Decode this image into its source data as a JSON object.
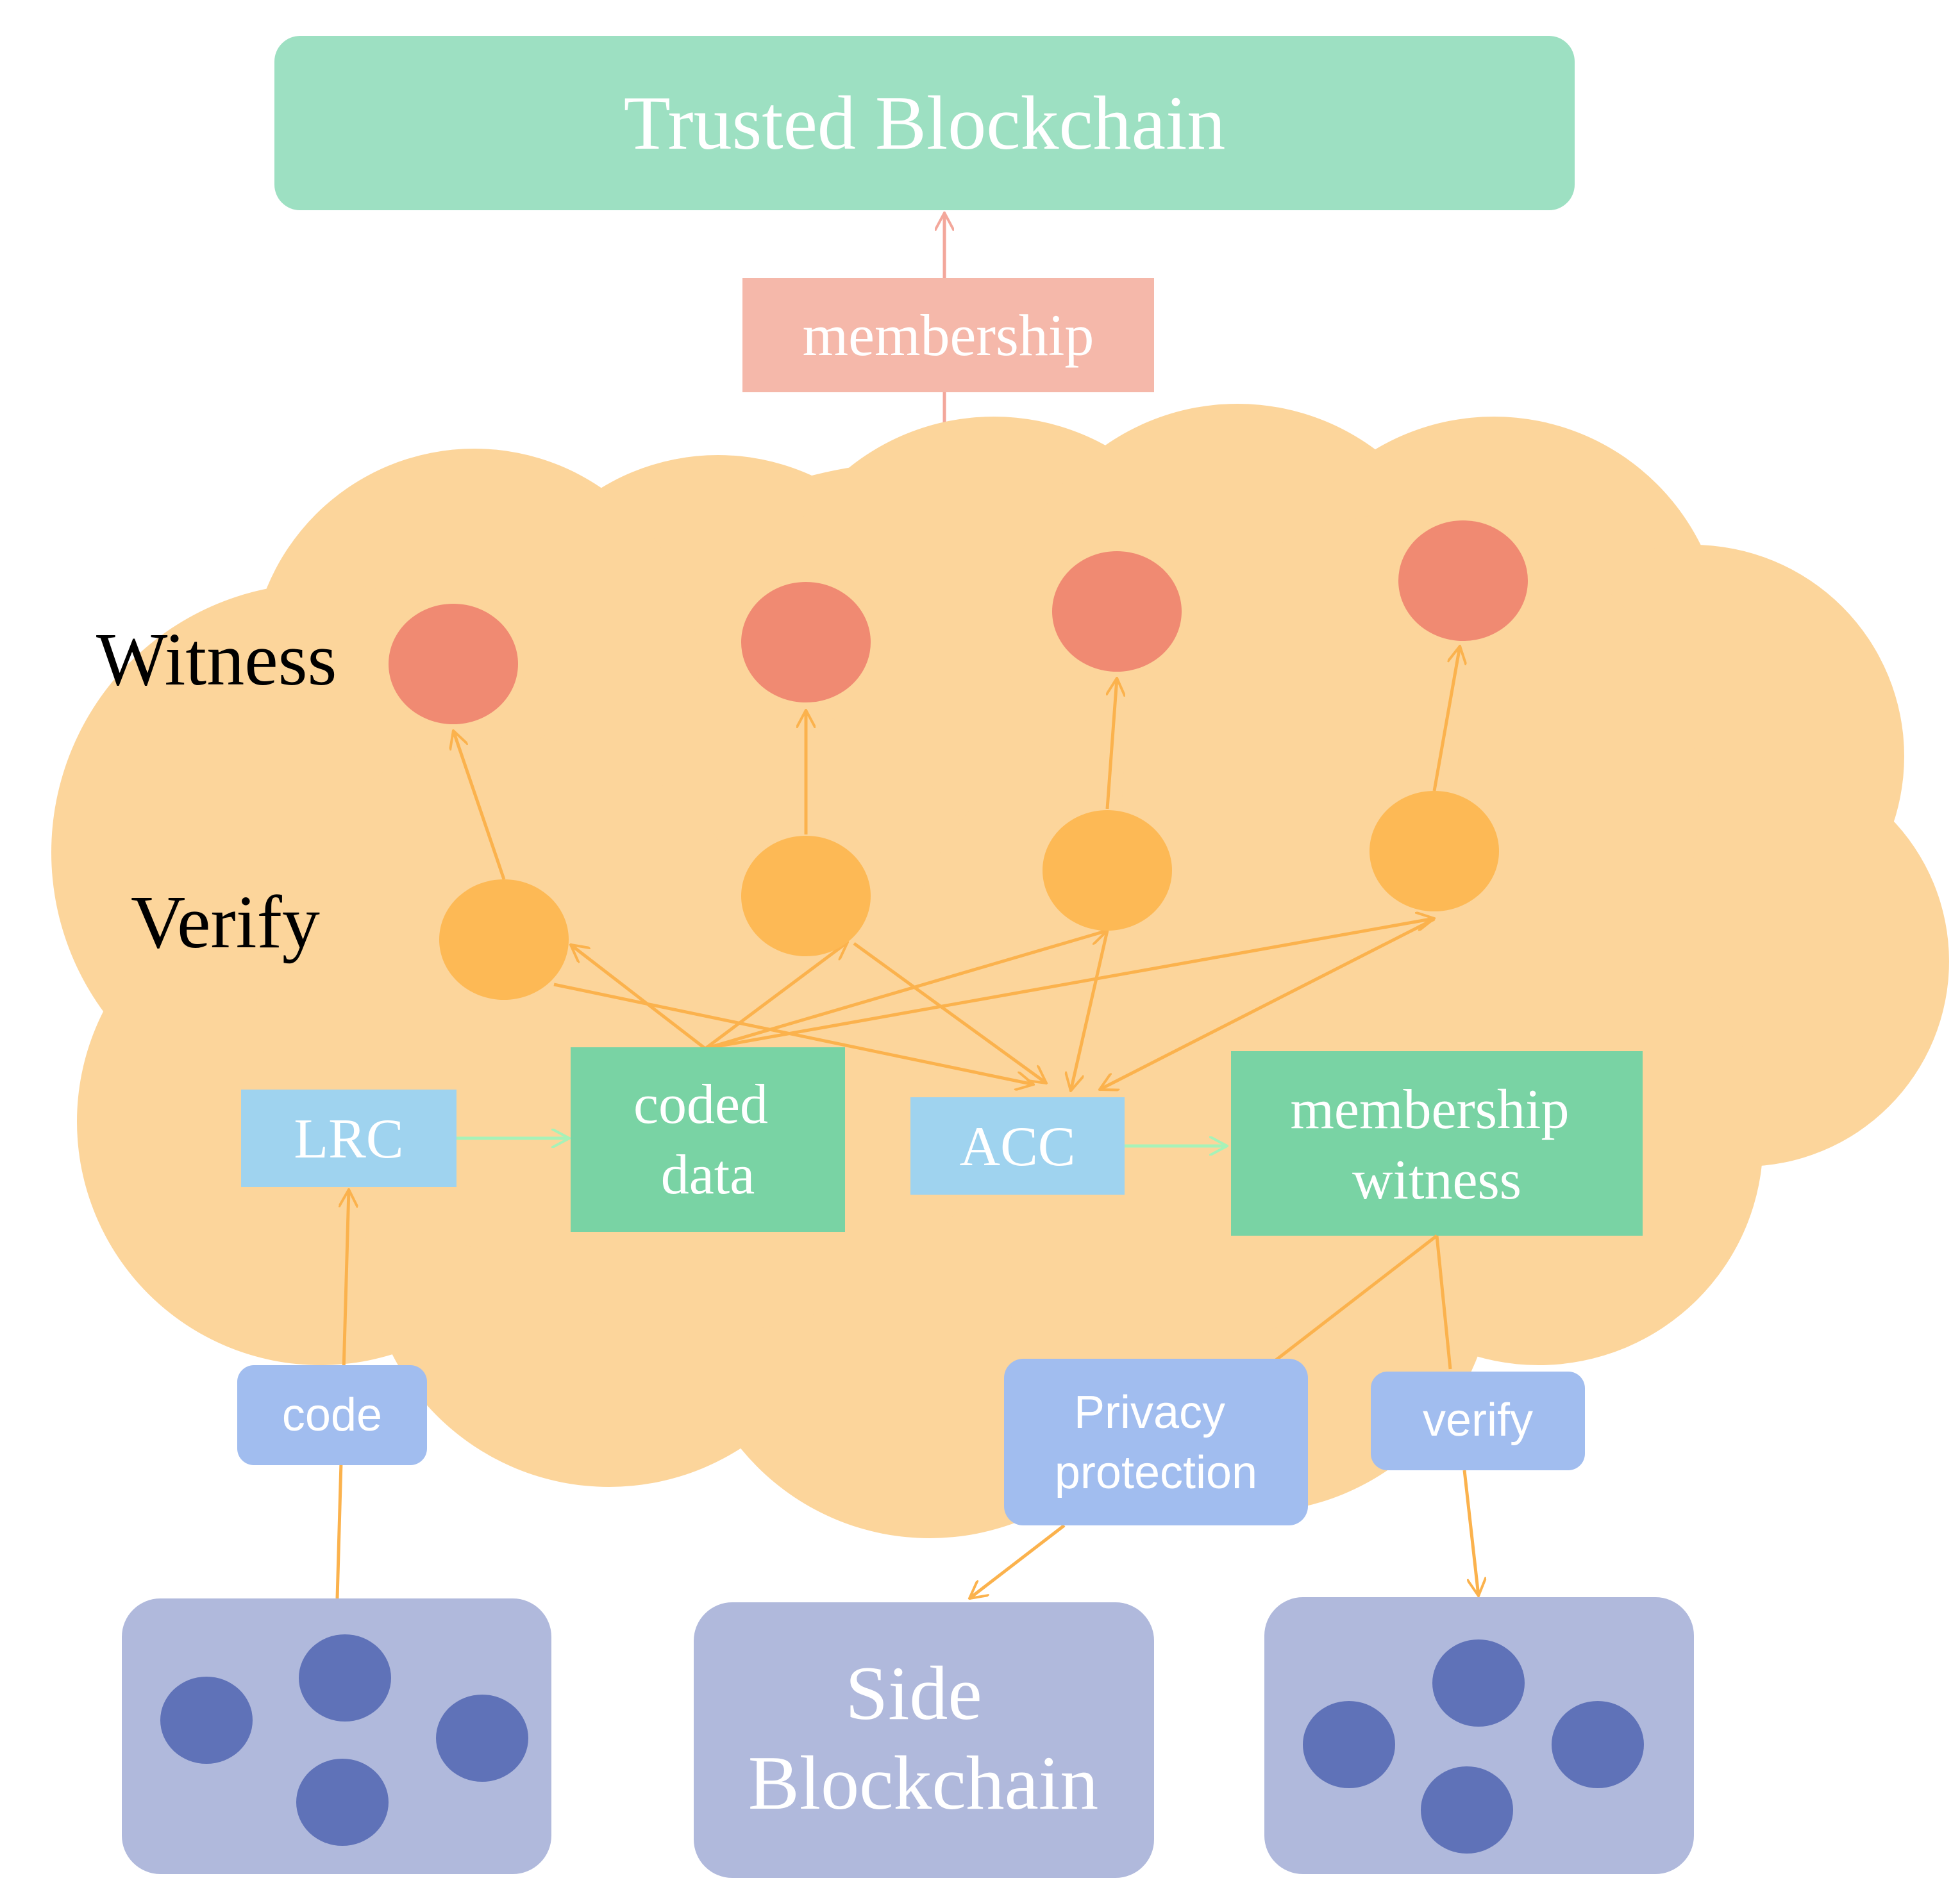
{
  "title": "Trusted Blockchain",
  "membership_label": "membership",
  "row_labels": {
    "witness": "Witness",
    "verify": "Verify"
  },
  "boxes": {
    "lrc": "LRC",
    "coded_data": [
      "coded",
      "data"
    ],
    "acc": "ACC",
    "membership_witness": [
      "membership",
      "witness"
    ]
  },
  "tags": {
    "code": "code",
    "privacy_protection": [
      "Privacy",
      "protection"
    ],
    "verify": "verify"
  },
  "side_blockchain": [
    "Side",
    "Blockchain"
  ],
  "colors": {
    "trusted": "#9de0c2",
    "membership": "#f5b8aa",
    "cloud": "#fcd59b",
    "witness_node": "#f08a72",
    "verify_node": "#fdb955",
    "blue_box": "#9fd3ef",
    "green_box": "#79d3a4",
    "tag": "#a1bdef",
    "chain_box": "#b0b9dc",
    "chain_node": "#5f72b8",
    "orange_arrow": "#fbb24d",
    "green_arrow": "#a7f2b8",
    "pink_arrow": "#f3a79b"
  }
}
